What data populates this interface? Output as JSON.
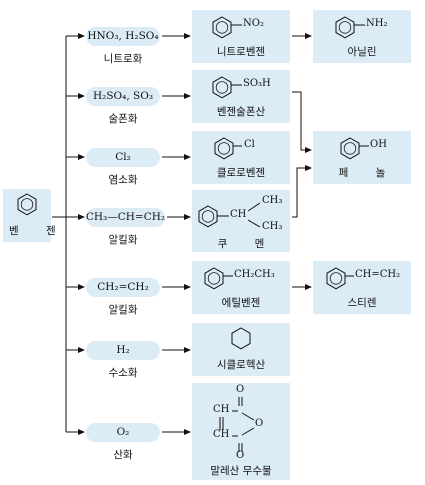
{
  "start": {
    "name": "벤 젠"
  },
  "reactions": [
    {
      "reagent": "HNO₃, H₂SO₄",
      "name": "니트로화",
      "product": "니트로벤젠",
      "group": "NO₂"
    },
    {
      "reagent": "H₂SO₄, SO₃",
      "name": "술폰화",
      "product": "벤젠술폰산",
      "group": "SO₃H"
    },
    {
      "reagent": "Cl₂",
      "name": "염소화",
      "product": "클로로벤젠",
      "group": "Cl"
    },
    {
      "reagent": "CH₃—CH=CH₂",
      "name": "알킬화",
      "product": "쿠 멘",
      "group_top": "CH₃",
      "group_mid": "CH",
      "group_bot": "CH₃"
    },
    {
      "reagent": "CH₂=CH₂",
      "name": "알킬화",
      "product": "에틸벤젠",
      "group": "CH₂CH₃"
    },
    {
      "reagent": "H₂",
      "name": "수소화",
      "product": "시클로헥산"
    },
    {
      "reagent": "O₂",
      "name": "산화",
      "product": "말레산 무수물",
      "atom_o_top": "O",
      "atom_o_ring": "O",
      "ch_top": "CH",
      "ch_bot": "CH"
    }
  ],
  "secondary": [
    {
      "product": "아닐린",
      "group": "NH₂"
    },
    {
      "product": "페 놀",
      "group": "OH"
    },
    {
      "product": "스티렌",
      "group": "CH=CH₂"
    }
  ]
}
